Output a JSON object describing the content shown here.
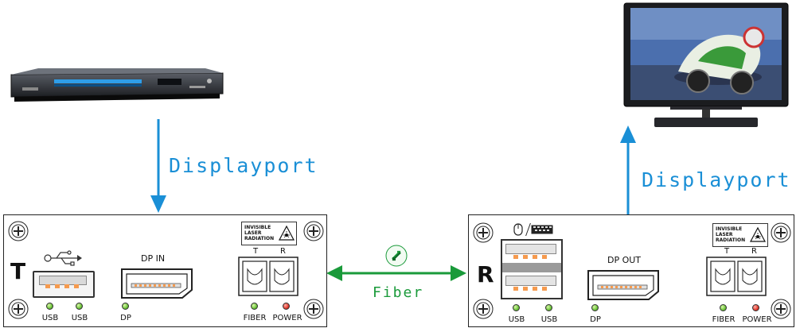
{
  "link_top_left": "Displayport",
  "link_top_right": "Displayport",
  "link_middle": "Fiber",
  "transmitter": {
    "mode": "T",
    "dp_title": "DP IN",
    "labels": [
      "USB",
      "USB",
      "DP",
      "FIBER",
      "POWER"
    ],
    "warning": [
      "INVISIBLE",
      "LASER",
      "RADIATION"
    ],
    "tx": "T",
    "rx": "R"
  },
  "receiver": {
    "mode": "R",
    "dp_title": "DP OUT",
    "labels": [
      "USB",
      "USB",
      "DP",
      "FIBER",
      "POWER"
    ],
    "warning": [
      "INVISIBLE",
      "LASER",
      "RADIATION"
    ],
    "tx": "T",
    "rx": "R"
  },
  "colors": {
    "accent_blue": "#1a8fd6",
    "accent_green": "#1a9a3a",
    "led_green": "#6cc43a",
    "led_red": "#e2392c"
  },
  "icons": [
    "dvd-player-icon",
    "monitor-icon",
    "usb-symbol-icon",
    "laser-warning-icon",
    "fiber-link-icon",
    "mouse-icon",
    "keyboard-icon"
  ]
}
